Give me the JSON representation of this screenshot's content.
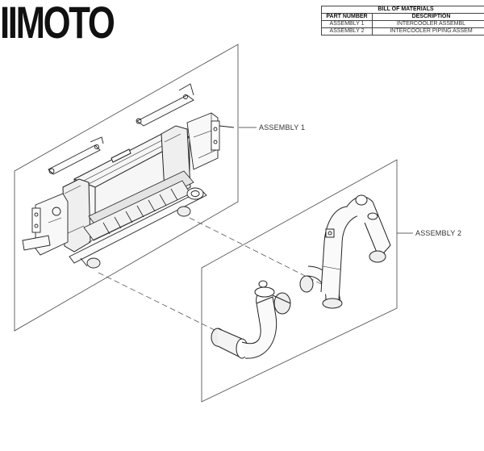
{
  "logo": {
    "text": "IIMOTO"
  },
  "bill_of_materials": {
    "title": "BILL OF MATERIALS",
    "headers": [
      "PART NUMBER",
      "DESCRIPTION"
    ],
    "rows": [
      [
        "ASSEMBLY 1",
        "INTERCOOLER ASSEMBL"
      ],
      [
        "ASSEMBLY 2",
        "INTERCOOLER PIPING ASSEM"
      ]
    ]
  },
  "callouts": {
    "assembly_1": "ASSEMBLY 1",
    "assembly_2": "ASSEMBLY 2"
  }
}
